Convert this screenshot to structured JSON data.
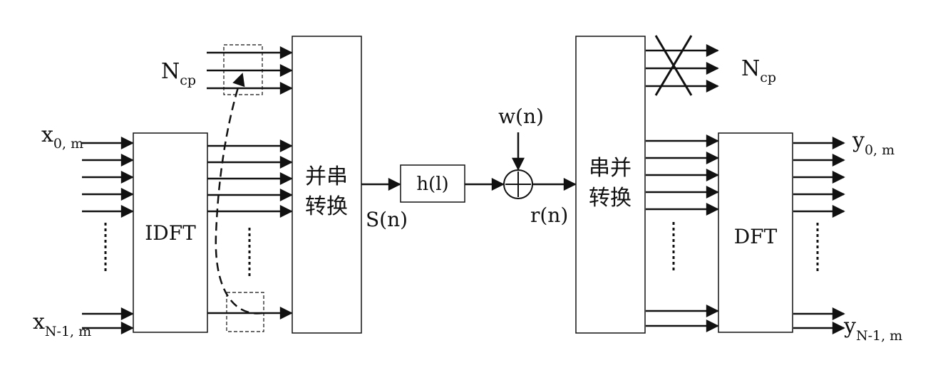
{
  "labels": {
    "x_first_main": "x",
    "x_first_sub": "0, m",
    "x_last_main": "x",
    "x_last_sub": "N-1, m",
    "ncp_tx_main": "N",
    "ncp_tx_sub": "cp",
    "ncp_rx_main": "N",
    "ncp_rx_sub": "cp",
    "idft": "IDFT",
    "ps_line1": "并串",
    "ps_line2": "转换",
    "s_n": "S(n)",
    "h_l": "h(l)",
    "w_n": "w(n)",
    "r_n": "r(n)",
    "sp_line1": "串并",
    "sp_line2": "转换",
    "dft": "DFT",
    "y_first_main": "y",
    "y_first_sub": "0, m",
    "y_last_main": "y",
    "y_last_sub": "N-1, m"
  }
}
